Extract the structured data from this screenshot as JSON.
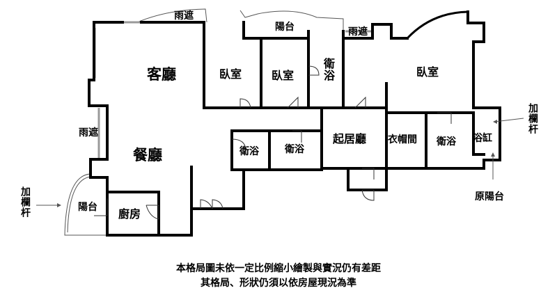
{
  "rooms": {
    "living_room": "客廳",
    "dining_room": "餐廳",
    "bedroom_1": "臥室",
    "bedroom_2": "臥室",
    "master_bedroom": "臥室",
    "bath_upper": "衛浴",
    "bath_left": "衛浴",
    "bath_mid": "衛浴",
    "bath_master": "衛浴",
    "family_room": "起居廳",
    "walk_in_closet": "衣帽間",
    "bathtub": "浴缸",
    "kitchen": "廚房",
    "balcony_top": "陽台",
    "balcony_left": "陽台"
  },
  "annotations": {
    "awning_top": "雨遮",
    "awning_top_right": "雨遮",
    "awning_left": "雨遮",
    "railing_left": "加欄杆",
    "railing_right": "加欄杆",
    "original_balcony": "原陽台"
  },
  "notes": {
    "line1": "本格局圖未依一定比例縮小繪製與實況仍有差距",
    "line2": "其格局、形狀仍須以依房屋現況為準"
  }
}
